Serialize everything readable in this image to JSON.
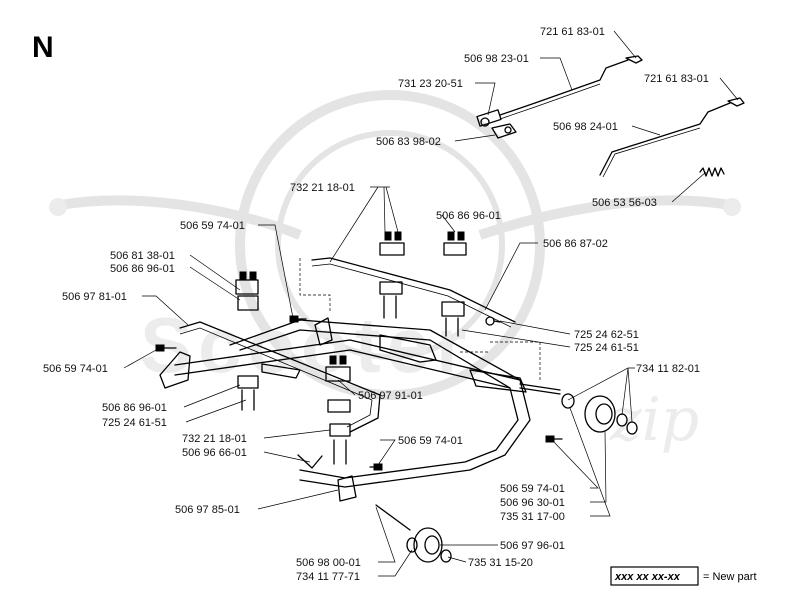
{
  "section_letter": "N",
  "watermark_text": "Scooter",
  "watermark_script": "zip",
  "legend": {
    "code": "xxx xx xx-xx",
    "text": "= New part"
  },
  "labels": {
    "l_721_61_83_01_a": "721 61 83-01",
    "l_506_98_23_01": "506 98 23-01",
    "l_731_23_20_51": "731 23 20-51",
    "l_721_61_83_01_b": "721 61 83-01",
    "l_506_98_24_01": "506 98 24-01",
    "l_506_83_98_02": "506 83 98-02",
    "l_506_53_56_03": "506 53 56-03",
    "l_732_21_18_01_a": "732 21 18-01",
    "l_506_59_74_01_a": "506 59 74-01",
    "l_506_86_96_01_a": "506 86 96-01",
    "l_506_86_87_02": "506 86 87-02",
    "l_506_81_38_01": "506 81 38-01",
    "l_506_86_96_01_b": "506 86 96-01",
    "l_506_97_81_01": "506 97 81-01",
    "l_725_24_62_51": "725 24 62-51",
    "l_725_24_61_51_a": "725 24 61-51",
    "l_506_59_74_01_b": "506 59 74-01",
    "l_734_11_82_01": "734 11 82-01",
    "l_506_97_91_01": "506 97 91-01",
    "l_506_86_96_01_c": "506 86 96-01",
    "l_725_24_61_51_b": "725 24 61-51",
    "l_732_21_18_01_b": "732 21 18-01",
    "l_506_59_74_01_c": "506 59 74-01",
    "l_506_96_66_01": "506 96 66-01",
    "l_506_59_74_01_d": "506 59 74-01",
    "l_506_96_30_01": "506 96 30-01",
    "l_506_97_85_01": "506 97 85-01",
    "l_735_31_17_00": "735 31 17-00",
    "l_506_97_96_01": "506 97 96-01",
    "l_506_98_00_01": "506 98 00-01",
    "l_735_31_15_20": "735 31 15-20",
    "l_734_11_77_71": "734 11 77-71"
  }
}
